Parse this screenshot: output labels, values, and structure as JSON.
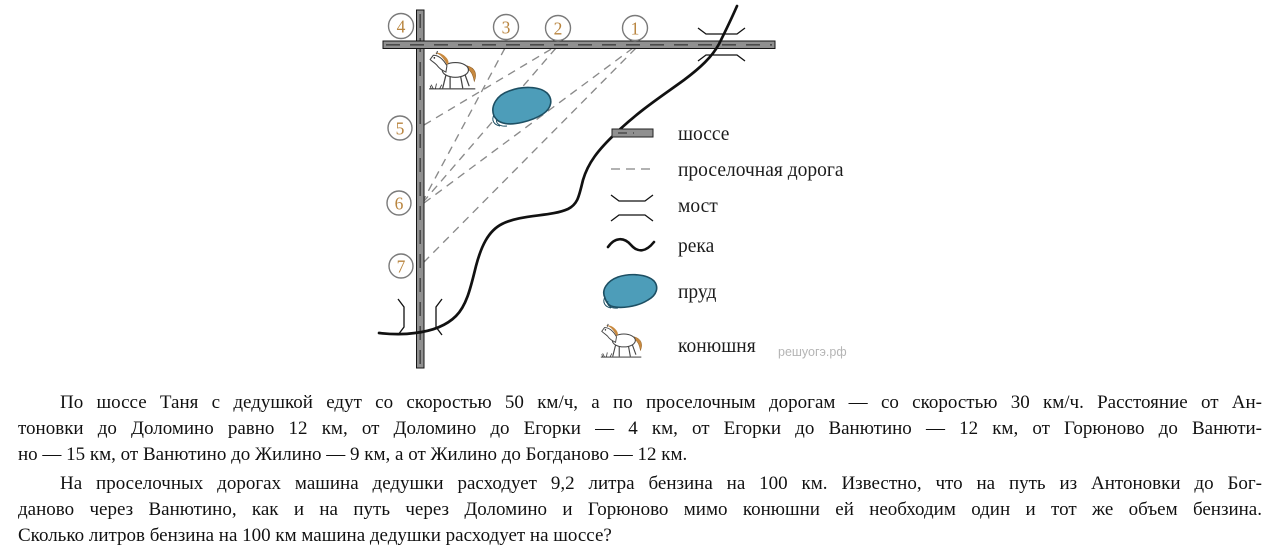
{
  "diagram": {
    "points": [
      "4",
      "3",
      "2",
      "1",
      "5",
      "6",
      "7"
    ],
    "legend": {
      "highway": "шоссе",
      "country_road": "проселочная дорога",
      "bridge": "мост",
      "river": "река",
      "pond": "пруд",
      "stable": "конюшня"
    },
    "watermark": "решуогэ.рф"
  },
  "colors": {
    "pond_fill": "#4d9db9",
    "pond_outline": "#1d4f63",
    "road_fill": "#909090",
    "road_edge": "#141414",
    "country_road": "#8a8a8a",
    "point_number": "#b9853f",
    "horse_mane": "#c8893f",
    "watermark": "#b5b5b5"
  },
  "problem": {
    "paragraph1_lines": [
      "По шоссе Таня с дедушкой едут со скоростью 50 км/ч, а по проселочным дорогам — со скоростью 30 км/ч. Расстояние от Ан-",
      "тоновки до Доломино равно 12 км, от Доломино до Егорки — 4 км, от Егорки до Ванютино — 12 км, от Горюново до Ванюти-",
      "но — 15 км, от Ванютино до Жилино — 9 км, а от Жилино до Богданово — 12 км."
    ],
    "paragraph2_lines": [
      "На проселочных дорогах машина дедушки расходует 9,2 литра бензина на 100 км. Известно, что на путь из Антоновки до Бог-",
      "даново через Ванютино, как и на путь через Доломино и Горюново мимо конюшни ей необходим один и тот же объем бензина.",
      "Сколько литров бензина на 100 км машина дедушки расходует на шоссе?"
    ]
  }
}
